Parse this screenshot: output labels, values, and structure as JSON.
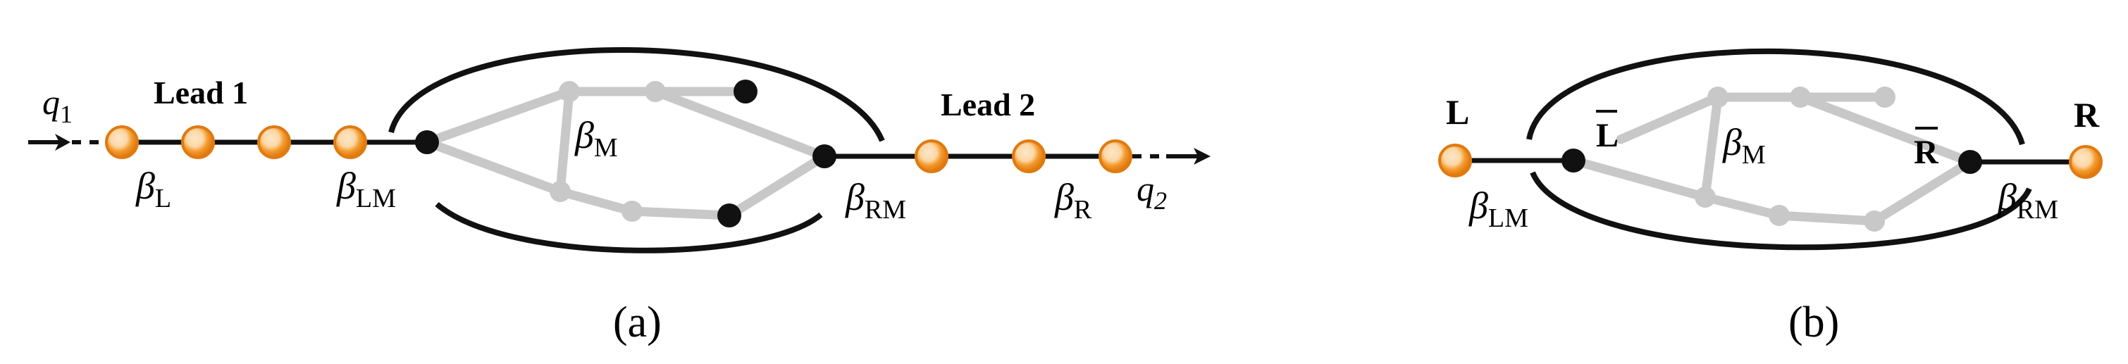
{
  "panel_a": {
    "caption": "(a)",
    "lead1_label": "Lead 1",
    "lead2_label": "Lead 2",
    "q1": {
      "base": "q",
      "sub": "1"
    },
    "q2": {
      "base": "q",
      "sub": "2"
    },
    "beta_L": {
      "base": "β",
      "sub": "L"
    },
    "beta_LM": {
      "base": "β",
      "sub": "LM"
    },
    "beta_M": {
      "base": "β",
      "sub": "M"
    },
    "beta_RM": {
      "base": "β",
      "sub": "RM"
    },
    "beta_R": {
      "base": "β",
      "sub": "R"
    }
  },
  "panel_b": {
    "caption": "(b)",
    "L_label": "L",
    "R_label": "R",
    "Lbar_label": "L",
    "Rbar_label": "R",
    "beta_LM": {
      "base": "β",
      "sub": "LM"
    },
    "beta_M": {
      "base": "β",
      "sub": "M"
    },
    "beta_RM": {
      "base": "β",
      "sub": "RM"
    }
  },
  "colors": {
    "lead_site_fill": "#f39a2c",
    "lead_site_stroke": "#e07a10",
    "lead_site_highlight": "#fde7c8",
    "contact_site": "#111111",
    "molecule": "#c8c8c8",
    "bond": "#111111"
  }
}
